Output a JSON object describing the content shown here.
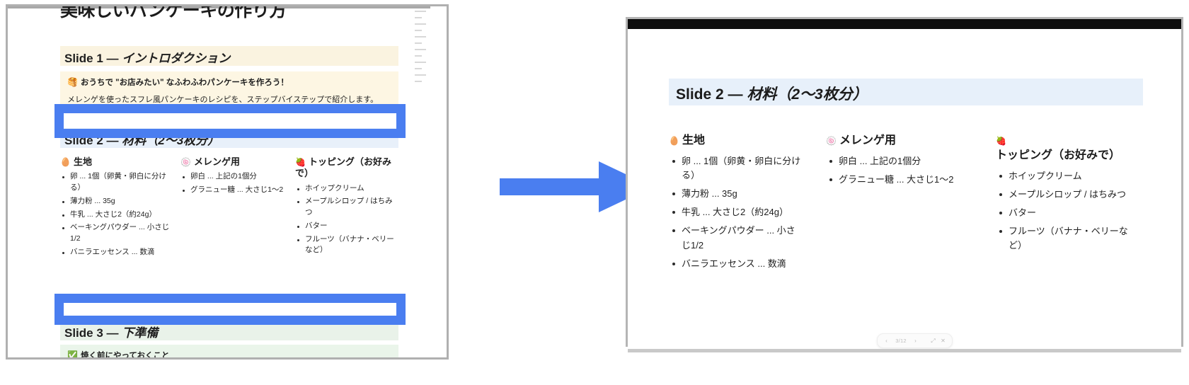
{
  "document": {
    "title": "美味しいパンケーキの作り方",
    "sections": [
      {
        "id": "slide1",
        "heading_prefix": "Slide 1 —",
        "heading_title": "イントロダクション"
      },
      {
        "id": "slide2",
        "heading_prefix": "Slide 2 —",
        "heading_title": "材料（2〜3枚分）"
      },
      {
        "id": "slide3",
        "heading_prefix": "Slide 3 —",
        "heading_title": "下準備"
      }
    ],
    "callout1": {
      "emoji": "🥞",
      "line1": "おうちで \"お店みたい\" なふわふわパンケーキを作ろう！",
      "line2": "メレンゲを使ったスフレ風パンケーキのレシピを、ステップバイステップで紹介します。"
    },
    "callout3": {
      "emoji": "✅",
      "line1": "焼く前にやっておくこと"
    },
    "ingredient_columns": [
      {
        "emoji": "🥚",
        "title": "生地",
        "items": [
          "卵 ... 1個（卵黄・卵白に分ける）",
          "薄力粉 ... 35g",
          "牛乳 ... 大さじ2（約24g）",
          "ベーキングパウダー ... 小さじ1/2",
          "バニラエッセンス ... 数滴"
        ]
      },
      {
        "emoji": "🍥",
        "title": "メレンゲ用",
        "items": [
          "卵白 ... 上記の1個分",
          "グラニュー糖 ... 大さじ1〜2"
        ]
      },
      {
        "emoji": "🍓",
        "title": "トッピング（お好みで）",
        "items": [
          "ホイップクリーム",
          "メープルシロップ / はちみつ",
          "バター",
          "フルーツ（バナナ・ベリーなど）"
        ]
      }
    ]
  },
  "annotation": {
    "highlight_color": "#4a7ef0",
    "arrow_color": "#4a7ef0",
    "arrow_direction": "right"
  },
  "presentation": {
    "slide_heading_prefix": "Slide 2 —",
    "slide_heading_title": "材料（2〜3枚分）",
    "toolbar": {
      "prev_icon": "‹",
      "page_indicator": "3/12",
      "next_icon": "›",
      "expand_icon": "⤢",
      "close_icon": "✕"
    }
  }
}
